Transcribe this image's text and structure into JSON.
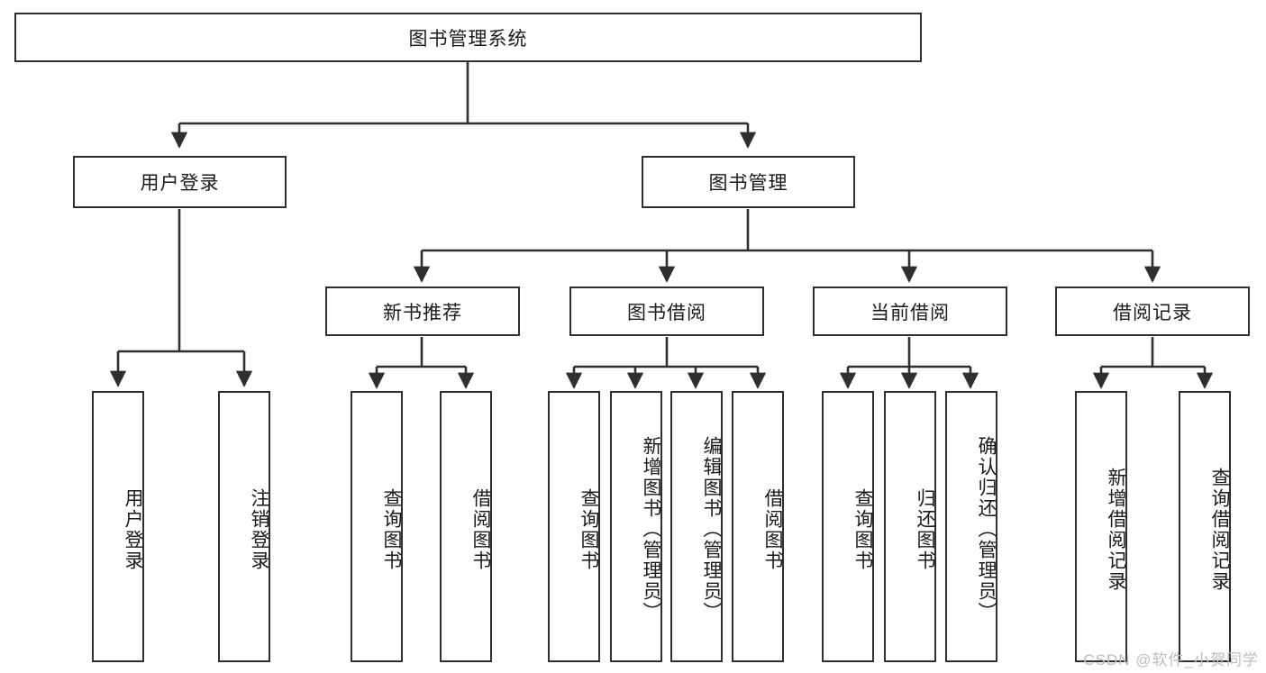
{
  "diagram": {
    "title": "图书管理系统",
    "watermark": "CSDN @软件_小贺同学",
    "stroke_color": "#2f2f2f",
    "fill_color": "#ffffff",
    "text_color": "#1a1a1a",
    "watermark_color": "#bdbdbd"
  },
  "nodes": {
    "root": {
      "label": "图书管理系统",
      "orientation": "horizontal",
      "level": 0
    },
    "user_login": {
      "label": "用户登录",
      "orientation": "horizontal",
      "level": 1
    },
    "book_manage": {
      "label": "图书管理",
      "orientation": "horizontal",
      "level": 1
    },
    "new_book_rec": {
      "label": "新书推荐",
      "orientation": "horizontal",
      "level": 2
    },
    "book_borrow": {
      "label": "图书借阅",
      "orientation": "horizontal",
      "level": 2
    },
    "current_borrow": {
      "label": "当前借阅",
      "orientation": "horizontal",
      "level": 2
    },
    "borrow_record": {
      "label": "借阅记录",
      "orientation": "horizontal",
      "level": 2
    },
    "leaf_user_login": {
      "label": "用户登录",
      "orientation": "vertical",
      "level": 3
    },
    "leaf_logout": {
      "label": "注销登录",
      "orientation": "vertical",
      "level": 3
    },
    "leaf_query_book_1": {
      "label": "查询图书",
      "orientation": "vertical",
      "level": 3
    },
    "leaf_borrow_book_1": {
      "label": "借阅图书",
      "orientation": "vertical",
      "level": 3
    },
    "leaf_query_book_2": {
      "label": "查询图书",
      "orientation": "vertical",
      "level": 3
    },
    "leaf_add_book": {
      "label": "新增图书（管理员）",
      "orientation": "vertical",
      "level": 3
    },
    "leaf_edit_book": {
      "label": "编辑图书（管理员）",
      "orientation": "vertical",
      "level": 3
    },
    "leaf_borrow_book_2": {
      "label": "借阅图书",
      "orientation": "vertical",
      "level": 3
    },
    "leaf_query_book_3": {
      "label": "查询图书",
      "orientation": "vertical",
      "level": 3
    },
    "leaf_return_book": {
      "label": "归还图书",
      "orientation": "vertical",
      "level": 3
    },
    "leaf_confirm_return": {
      "label": "确认归还（管理员）",
      "orientation": "vertical",
      "level": 3
    },
    "leaf_add_record": {
      "label": "新增借阅记录",
      "orientation": "vertical",
      "level": 3
    },
    "leaf_query_record": {
      "label": "查询借阅记录",
      "orientation": "vertical",
      "level": 3
    }
  },
  "tree": {
    "root_label": "图书管理系统",
    "children": [
      {
        "label": "用户登录",
        "children": [
          {
            "label": "用户登录"
          },
          {
            "label": "注销登录"
          }
        ]
      },
      {
        "label": "图书管理",
        "children": [
          {
            "label": "新书推荐",
            "children": [
              {
                "label": "查询图书"
              },
              {
                "label": "借阅图书"
              }
            ]
          },
          {
            "label": "图书借阅",
            "children": [
              {
                "label": "查询图书"
              },
              {
                "label": "新增图书（管理员）"
              },
              {
                "label": "编辑图书（管理员）"
              },
              {
                "label": "借阅图书"
              }
            ]
          },
          {
            "label": "当前借阅",
            "children": [
              {
                "label": "查询图书"
              },
              {
                "label": "归还图书"
              },
              {
                "label": "确认归还（管理员）"
              }
            ]
          },
          {
            "label": "借阅记录",
            "children": [
              {
                "label": "新增借阅记录"
              },
              {
                "label": "查询借阅记录"
              }
            ]
          }
        ]
      }
    ]
  }
}
